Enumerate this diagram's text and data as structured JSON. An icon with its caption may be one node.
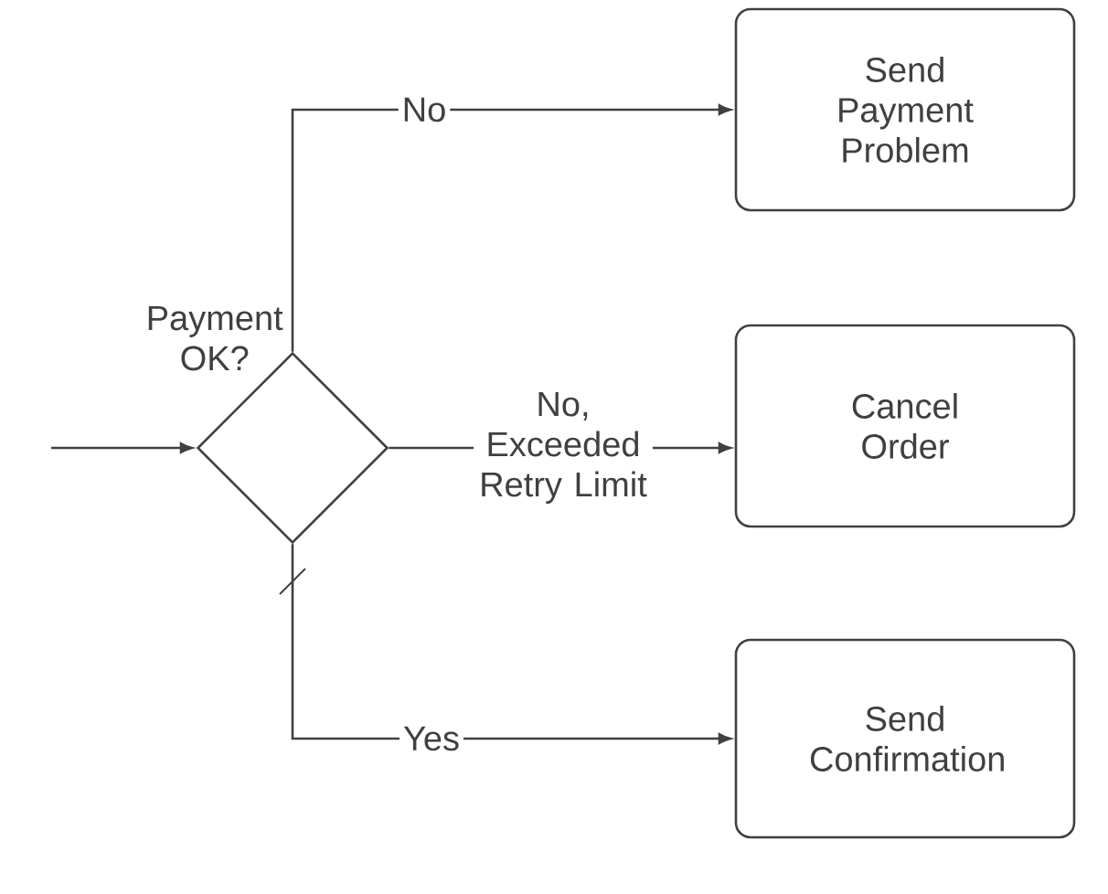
{
  "diagram": {
    "nodes": [
      {
        "text": [
          "Payment OK?"
        ]
      },
      {
        "text": [
          "Send Payment Problem"
        ]
      },
      {
        "text": [
          "Cancel Order"
        ]
      },
      {
        "text": [
          "Send Confirmation"
        ]
      }
    ],
    "edges": [
      {
        "from": null,
        "to": 0,
        "arrow": "to"
      },
      {
        "from": 0,
        "to": 1,
        "arrow": "to",
        "label": "No"
      },
      {
        "from": 0,
        "to": 2,
        "arrow": "to",
        "label": "No, Exceeded Retry Limit"
      },
      {
        "from": 0,
        "to": 3,
        "arrow": "to",
        "label": "Yes"
      }
    ]
  }
}
